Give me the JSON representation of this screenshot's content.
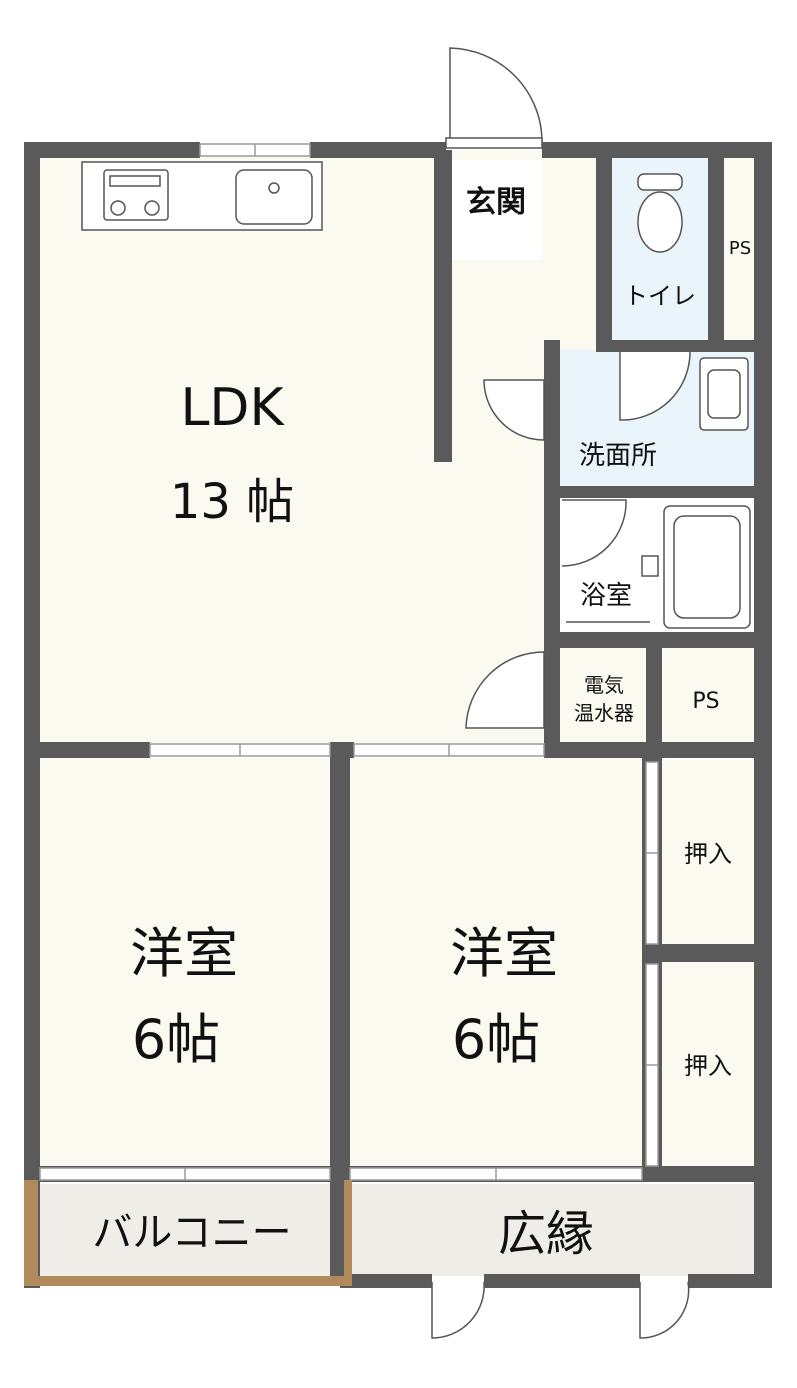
{
  "rooms": {
    "ldk": {
      "name": "LDK",
      "size": "13 帖"
    },
    "genkan": {
      "name": "玄関"
    },
    "toilet": {
      "name": "トイレ"
    },
    "ps_top": {
      "name": "PS"
    },
    "senmen": {
      "name": "洗面所"
    },
    "yokushitsu": {
      "name": "浴室"
    },
    "denki": {
      "line1": "電気",
      "line2": "温水器"
    },
    "ps_mid": {
      "name": "PS"
    },
    "oshiire_1": {
      "name": "押入"
    },
    "oshiire_2": {
      "name": "押入"
    },
    "yoshitsu_left": {
      "name": "洋室",
      "size": "6帖"
    },
    "yoshitsu_right": {
      "name": "洋室",
      "size": "6帖"
    },
    "balcony": {
      "name": "バルコニー"
    },
    "hiroen": {
      "name": "広縁"
    }
  },
  "colors": {
    "wall": "#5a5a5a",
    "floor": "#fbfaf0",
    "wet_area": "#e9f4fb",
    "balcony_floor": "#efede7",
    "balcony_rail": "#b08a5a"
  }
}
